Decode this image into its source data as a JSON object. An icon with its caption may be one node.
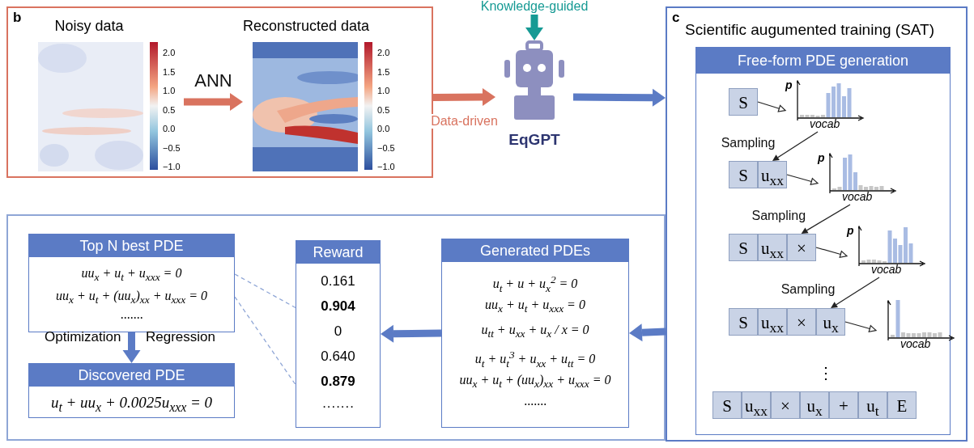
{
  "diagram": {
    "nodes": [
      {
        "text": [
          "b"
        ]
      },
      {
        "text": [
          "Noisy data"
        ],
        "in": 0
      },
      {
        "text": [
          "Reconstructed data"
        ],
        "in": 0
      },
      {
        "text": [
          "EqGPT"
        ]
      },
      {
        "text": [
          "c",
          "Scientific augumented training (SAT)"
        ]
      },
      {
        "text": [
          "Free-form PDE generation"
        ],
        "in": 4
      },
      {
        "text": [
          "S"
        ],
        "in": 5
      },
      {
        "text": [
          "p",
          "vocab"
        ],
        "in": 5
      },
      {
        "text": [
          "S",
          "u$_{xx}$"
        ],
        "in": 5
      },
      {
        "text": [
          "p",
          "vocab"
        ],
        "in": 5
      },
      {
        "text": [
          "S",
          "u$_{xx}$",
          "×"
        ],
        "in": 5
      },
      {
        "text": [
          "p",
          "vocab"
        ],
        "in": 5
      },
      {
        "text": [
          "S",
          "u$_{xx}$",
          "×",
          "u$_{x}$"
        ],
        "in": 5
      },
      {
        "text": [
          "vocab"
        ],
        "in": 5
      },
      {
        "text": [
          "S",
          "u$_{xx}$",
          "×",
          "u$_{x}$",
          "+",
          "u$_{t}$",
          "E"
        ],
        "in": 5
      },
      {
        "text": [],
        "shape": "box"
      },
      {
        "text": [
          "Top N best PDE",
          "uu$_{x}$ + u$_{t}$ + u$_{xxx}$ = 0",
          "uu$_{x}$ + u$_{t}$ + (uu$_{x}$)$_{xx}$ + u$_{xxx}$ = 0",
          "·······"
        ],
        "in": 15
      },
      {
        "text": [
          "Discovered PDE",
          "u$_{t}$ + uu$_{x}$ + 0.0025u$_{xxx}$ = 0"
        ],
        "in": 15
      },
      {
        "text": [
          "Reward",
          "0.161",
          "**0.904**",
          "0",
          "0.640",
          "**0.879**",
          "·······"
        ],
        "in": 15
      },
      {
        "text": [
          "Generated PDEs",
          "u$_{t}$ + u + u$_{x}$$^{2}$ = 0",
          "uu$_{x}$ + u$_{t}$ + u$_{xxx}$ = 0",
          "u$_{tt}$ + u$_{xx}$ + u$_{x}$ / x = 0",
          "u$_{t}$ + u$_{t}$$^{3}$ + u$_{xx}$ + u$_{tt}$ = 0",
          "uu$_{x}$ + u$_{t}$ + (uu$_{x}$)$_{xx}$ + u$_{xxx}$ = 0",
          "·······"
        ],
        "in": 15
      }
    ],
    "edges": [
      {
        "from": 1,
        "to": 2,
        "arrow": "to",
        "label": "ANN",
        "style": "thick",
        "color": "#d9735f"
      },
      {
        "from": 0,
        "to": 3,
        "arrow": "to",
        "label": "Data-driven",
        "style": "thick",
        "color": "#d9735f"
      },
      {
        "from": null,
        "to": 3,
        "arrow": "to",
        "label": "Knowledge-guided",
        "style": "thick",
        "color": "#169a94"
      },
      {
        "from": 3,
        "to": 4,
        "arrow": "to",
        "style": "thick",
        "color": "#5b7bc5"
      },
      {
        "from": 6,
        "to": 7,
        "arrow": "to"
      },
      {
        "from": 7,
        "to": 8,
        "arrow": "to",
        "label": "Sampling"
      },
      {
        "from": 8,
        "to": 9,
        "arrow": "to"
      },
      {
        "from": 9,
        "to": 10,
        "arrow": "to",
        "label": "Sampling"
      },
      {
        "from": 10,
        "to": 11,
        "arrow": "to"
      },
      {
        "from": 11,
        "to": 12,
        "arrow": "to",
        "label": "Sampling"
      },
      {
        "from": 12,
        "to": 13,
        "arrow": "to"
      },
      {
        "from": 4,
        "to": 19,
        "arrow": "to",
        "style": "thick",
        "color": "#5b7bc5"
      },
      {
        "from": 19,
        "to": 18,
        "arrow": "to",
        "style": "thick",
        "color": "#5b7bc5"
      },
      {
        "from": 16,
        "to": 18,
        "arrow": "none",
        "style": "dashed",
        "color": "#8fa6d6"
      },
      {
        "from": 16,
        "to": 18,
        "arrow": "none",
        "style": "dashed",
        "color": "#8fa6d6"
      },
      {
        "from": 16,
        "to": 17,
        "arrow": "to",
        "style": "thick",
        "color": "#5b7bc5"
      }
    ],
    "labels": [
      "2.0",
      "1.5",
      "1.0",
      "0.5",
      "0.0",
      "−0.5",
      "−1.0",
      "2.0",
      "1.5",
      "1.0",
      "0.5",
      "0.0",
      "−0.5",
      "−1.0",
      "⋮",
      "Optimization",
      "Regression"
    ]
  }
}
